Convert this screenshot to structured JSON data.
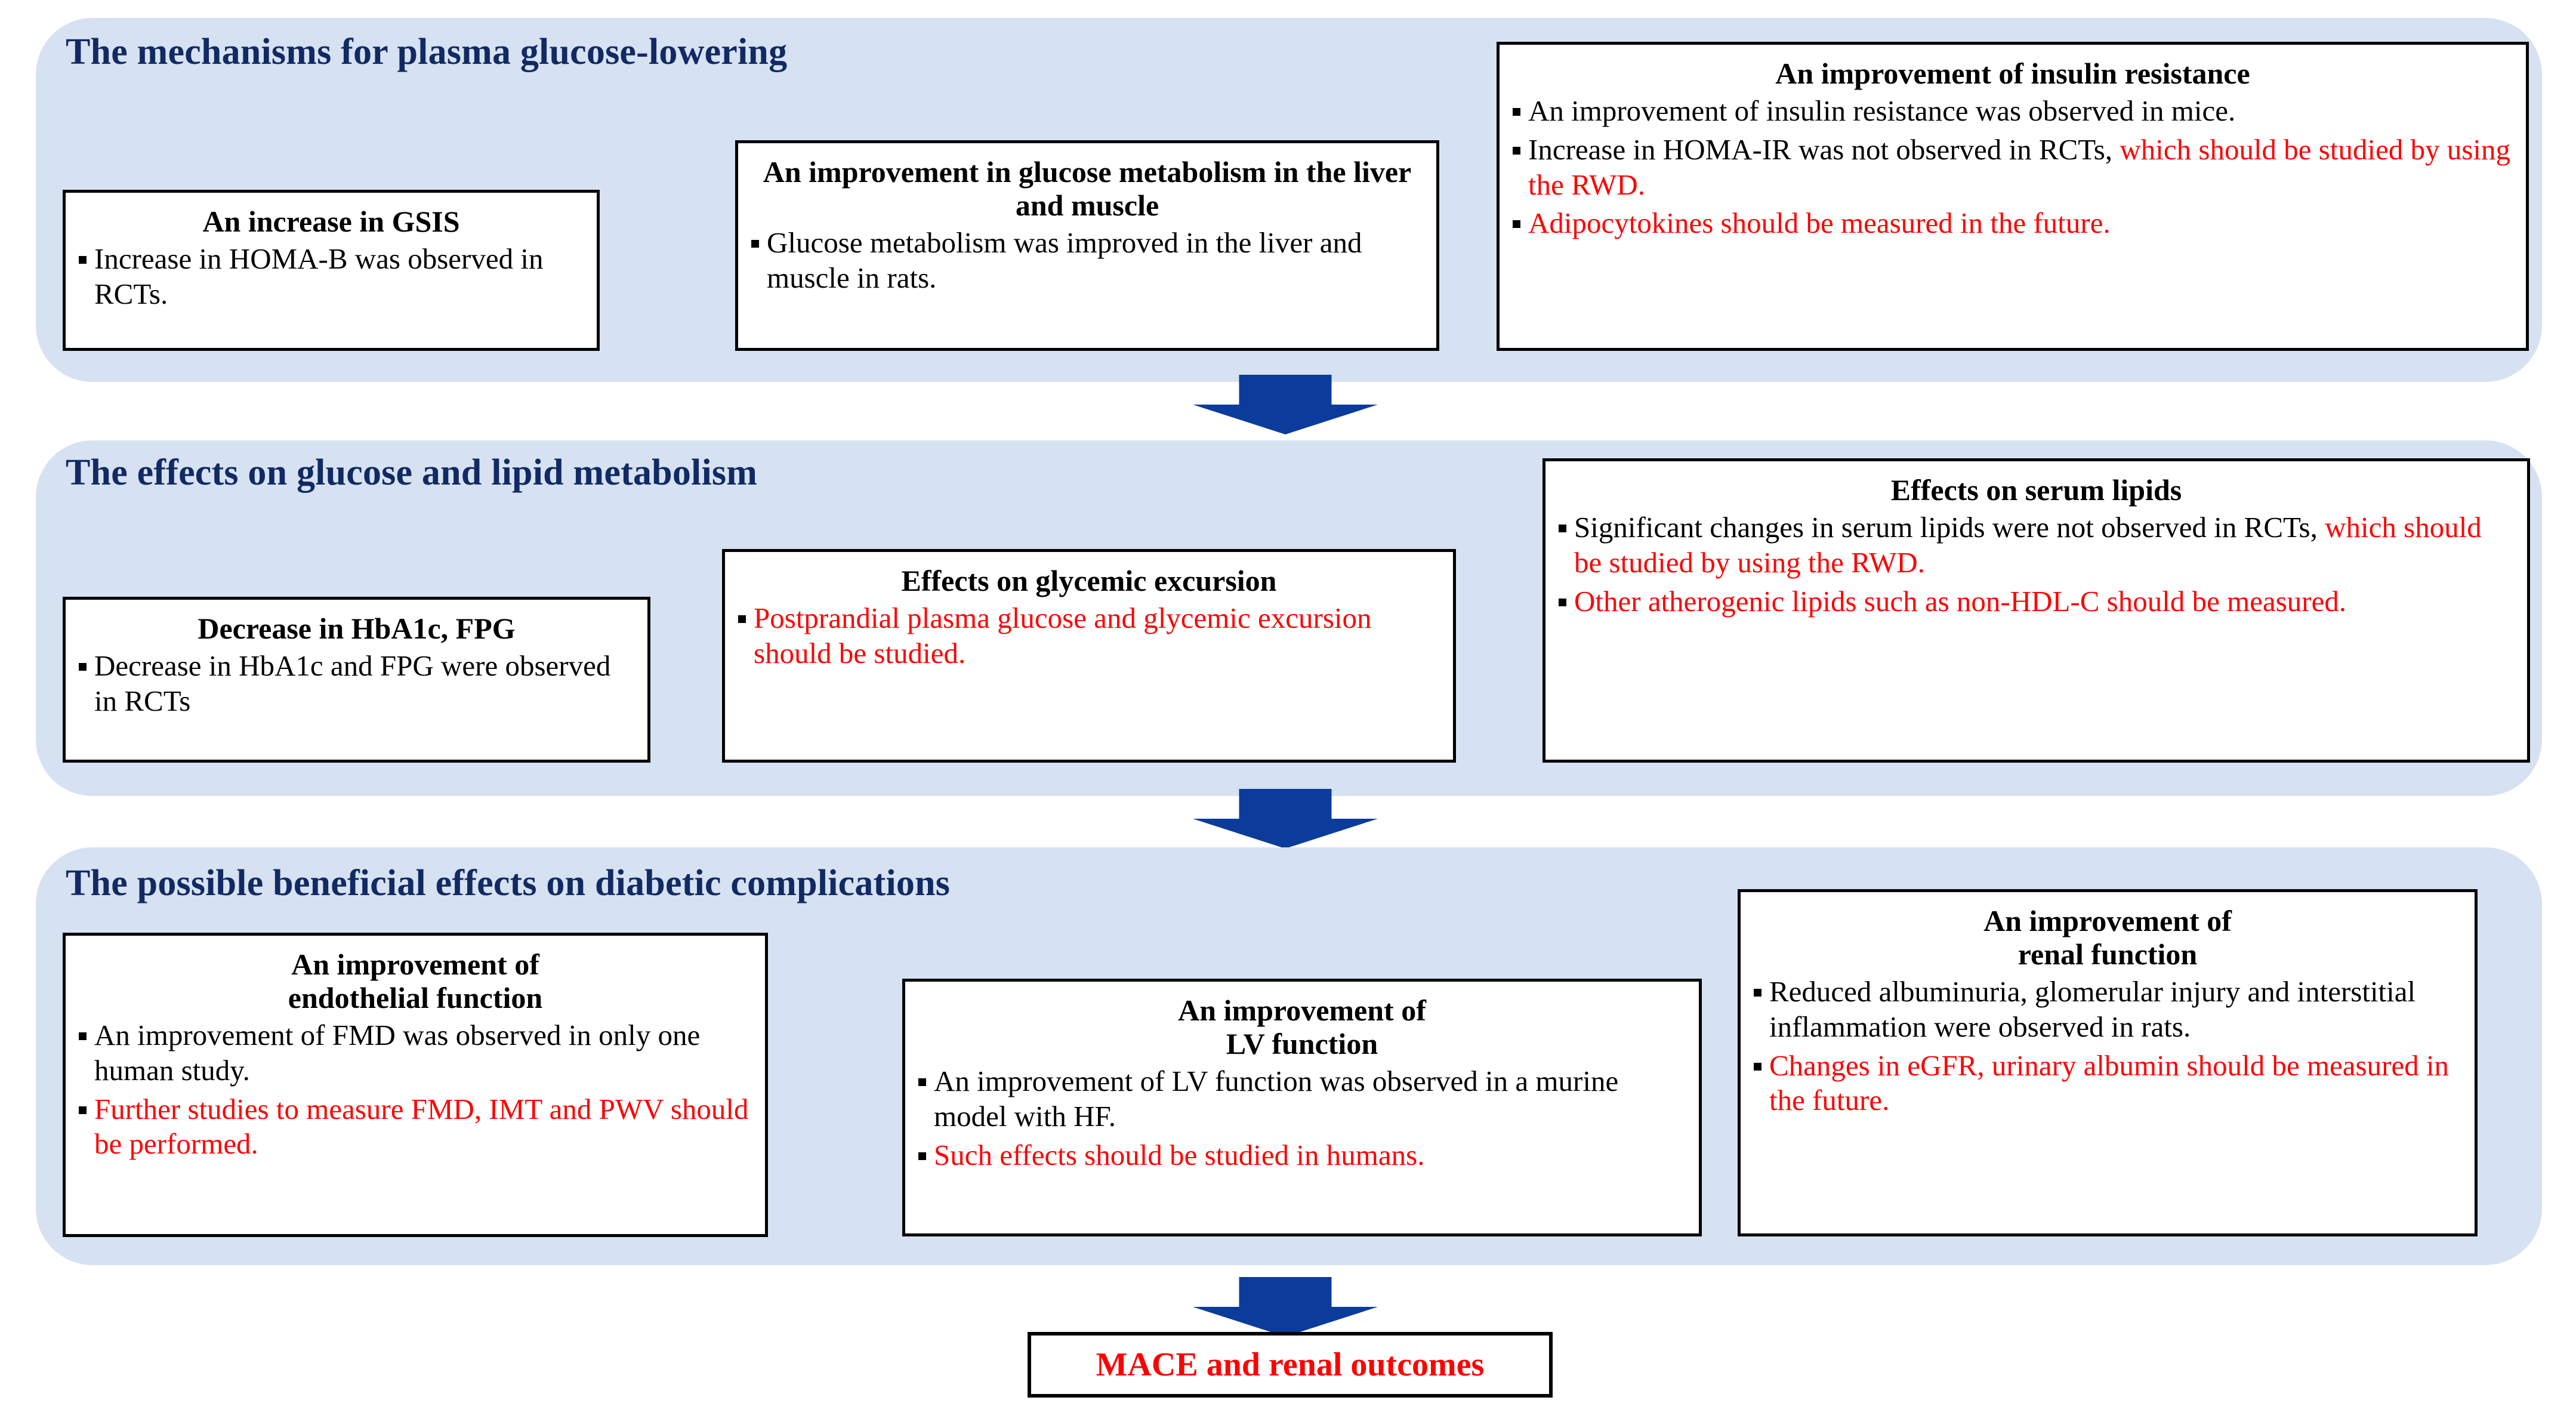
{
  "theme": {
    "panel_bg": "#d6e2f2",
    "section_title_color": "#122a63",
    "arrow_color": "#0b3c9b",
    "highlight_color": "#ff0000",
    "box_border_color": "#000000",
    "box_bg": "#ffffff",
    "page_bg": "#ffffff"
  },
  "sections": [
    {
      "title": "The mechanisms for plasma glucose-lowering",
      "cards": [
        {
          "title": "An increase in GSIS",
          "bullets": [
            {
              "parts": [
                {
                  "text": "Increase in HOMA-B was observed in RCTs.",
                  "color": "black"
                }
              ]
            }
          ]
        },
        {
          "title": "An improvement in glucose metabolism in the liver and muscle",
          "bullets": [
            {
              "parts": [
                {
                  "text": "Glucose metabolism was improved in the liver and muscle in rats.",
                  "color": "black"
                }
              ]
            }
          ]
        },
        {
          "title": "An improvement of insulin resistance",
          "bullets": [
            {
              "parts": [
                {
                  "text": "An improvement of insulin resistance was observed in mice.",
                  "color": "black"
                }
              ]
            },
            {
              "parts": [
                {
                  "text": "Increase in HOMA-IR was not observed in RCTs,",
                  "color": "black"
                },
                {
                  "text": " which should be studied by using the RWD.",
                  "color": "red"
                }
              ]
            },
            {
              "parts": [
                {
                  "text": "Adipocytokines should be measured in the future.",
                  "color": "red"
                }
              ]
            }
          ]
        }
      ]
    },
    {
      "title": "The effects on glucose and lipid metabolism",
      "cards": [
        {
          "title": "Decrease in HbA1c, FPG",
          "bullets": [
            {
              "parts": [
                {
                  "text": "Decrease in HbA1c and FPG were observed in RCTs",
                  "color": "black"
                }
              ]
            }
          ]
        },
        {
          "title": "Effects on glycemic excursion",
          "bullets": [
            {
              "parts": [
                {
                  "text": "Postprandial plasma glucose and glycemic excursion should be studied.",
                  "color": "red"
                }
              ]
            }
          ]
        },
        {
          "title": "Effects on serum lipids",
          "bullets": [
            {
              "parts": [
                {
                  "text": "Significant changes in serum lipids were not observed in RCTs,",
                  "color": "black"
                },
                {
                  "text": " which should be studied by using the RWD.",
                  "color": "red"
                }
              ]
            },
            {
              "parts": [
                {
                  "text": "Other atherogenic lipids such as non-HDL-C should be measured.",
                  "color": "red"
                }
              ]
            }
          ]
        }
      ]
    },
    {
      "title": "The possible beneficial effects on diabetic complications",
      "cards": [
        {
          "title": "An improvement of\nendothelial function",
          "bullets": [
            {
              "parts": [
                {
                  "text": "An improvement of FMD was observed in only one human study.",
                  "color": "black"
                }
              ]
            },
            {
              "parts": [
                {
                  "text": "Further studies to measure FMD, IMT and PWV should be performed.",
                  "color": "red"
                }
              ]
            }
          ]
        },
        {
          "title": "An improvement of\nLV function",
          "bullets": [
            {
              "parts": [
                {
                  "text": "An improvement of LV function was observed in a murine model with HF.",
                  "color": "black"
                }
              ]
            },
            {
              "parts": [
                {
                  "text": "Such effects should be studied in humans.",
                  "color": "red"
                }
              ]
            }
          ]
        },
        {
          "title": "An improvement of\nrenal function",
          "bullets": [
            {
              "parts": [
                {
                  "text": "Reduced albuminuria, glomerular injury and interstitial inflammation were observed in rats.",
                  "color": "black"
                }
              ]
            },
            {
              "parts": [
                {
                  "text": "Changes in eGFR, urinary albumin should be measured in the future.",
                  "color": "red"
                }
              ]
            }
          ]
        }
      ]
    }
  ],
  "arrows": [
    {
      "name": "arrow-section1-to-section2"
    },
    {
      "name": "arrow-section2-to-section3"
    },
    {
      "name": "arrow-section3-to-outcome"
    }
  ],
  "outcome": {
    "label": "MACE and renal outcomes"
  }
}
